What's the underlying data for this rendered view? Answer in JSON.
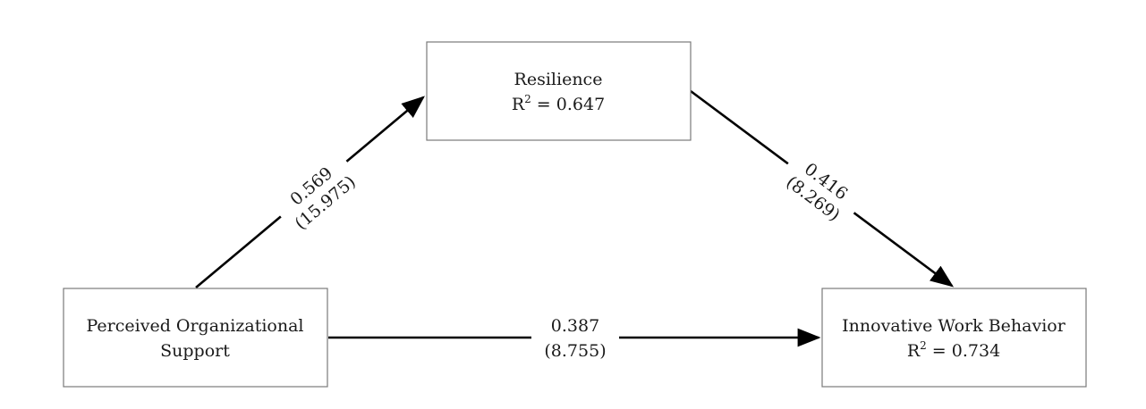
{
  "nodes": {
    "resilience": {
      "title": "Resilience",
      "r2_prefix": "R",
      "r2_sup": "2",
      "r2_value": " = 0.647"
    },
    "pos": {
      "line1": "Perceived Organizational",
      "line2": "Support"
    },
    "iwb": {
      "title": "Innovative Work Behavior",
      "r2_prefix": "R",
      "r2_sup": "2",
      "r2_value": " = 0.734"
    }
  },
  "edges": {
    "pos_to_res": {
      "coef": "0.569",
      "t": "(15.975)"
    },
    "res_to_iwb": {
      "coef": "0.416",
      "t": "(8.269)"
    },
    "pos_to_iwb": {
      "coef": "0.387",
      "t": "(8.755)"
    }
  }
}
